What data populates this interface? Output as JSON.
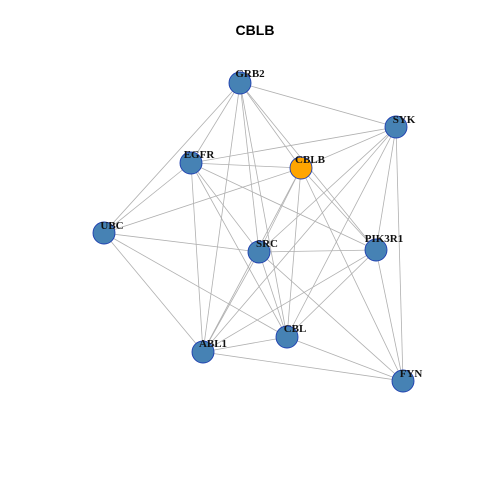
{
  "title": "CBLB",
  "colors": {
    "node": "#4682B4",
    "node_stroke": "#1f3fb0",
    "highlight": "#FFA500",
    "edge": "#b0b0b0"
  },
  "nodes": [
    {
      "id": "GRB2",
      "label": "GRB2",
      "highlight": false
    },
    {
      "id": "SYK",
      "label": "SYK",
      "highlight": false
    },
    {
      "id": "EGFR",
      "label": "EGFR",
      "highlight": false
    },
    {
      "id": "CBLB",
      "label": "CBLB",
      "highlight": true
    },
    {
      "id": "UBC",
      "label": "UBC",
      "highlight": false
    },
    {
      "id": "SRC",
      "label": "SRC",
      "highlight": false
    },
    {
      "id": "PIK3R1",
      "label": "PIK3R1",
      "highlight": false
    },
    {
      "id": "CBL",
      "label": "CBL",
      "highlight": false
    },
    {
      "id": "ABL1",
      "label": "ABL1",
      "highlight": false
    },
    {
      "id": "FYN",
      "label": "FYN",
      "highlight": false
    }
  ],
  "edges": [
    [
      "GRB2",
      "CBLB"
    ],
    [
      "GRB2",
      "EGFR"
    ],
    [
      "GRB2",
      "UBC"
    ],
    [
      "GRB2",
      "SRC"
    ],
    [
      "GRB2",
      "CBL"
    ],
    [
      "GRB2",
      "ABL1"
    ],
    [
      "GRB2",
      "PIK3R1"
    ],
    [
      "GRB2",
      "SYK"
    ],
    [
      "SYK",
      "EGFR"
    ],
    [
      "SYK",
      "CBLB"
    ],
    [
      "SYK",
      "SRC"
    ],
    [
      "SYK",
      "PIK3R1"
    ],
    [
      "SYK",
      "CBL"
    ],
    [
      "SYK",
      "FYN"
    ],
    [
      "SYK",
      "ABL1"
    ],
    [
      "EGFR",
      "CBLB"
    ],
    [
      "EGFR",
      "SRC"
    ],
    [
      "EGFR",
      "CBL"
    ],
    [
      "EGFR",
      "PIK3R1"
    ],
    [
      "EGFR",
      "UBC"
    ],
    [
      "EGFR",
      "ABL1"
    ],
    [
      "CBLB",
      "UBC"
    ],
    [
      "CBLB",
      "SRC"
    ],
    [
      "CBLB",
      "CBL"
    ],
    [
      "CBLB",
      "PIK3R1"
    ],
    [
      "CBLB",
      "FYN"
    ],
    [
      "CBLB",
      "ABL1"
    ],
    [
      "UBC",
      "SRC"
    ],
    [
      "UBC",
      "ABL1"
    ],
    [
      "UBC",
      "CBL"
    ],
    [
      "SRC",
      "PIK3R1"
    ],
    [
      "SRC",
      "ABL1"
    ],
    [
      "SRC",
      "CBL"
    ],
    [
      "SRC",
      "FYN"
    ],
    [
      "PIK3R1",
      "CBL"
    ],
    [
      "PIK3R1",
      "FYN"
    ],
    [
      "PIK3R1",
      "ABL1"
    ],
    [
      "CBL",
      "ABL1"
    ],
    [
      "CBL",
      "FYN"
    ],
    [
      "ABL1",
      "FYN"
    ]
  ]
}
